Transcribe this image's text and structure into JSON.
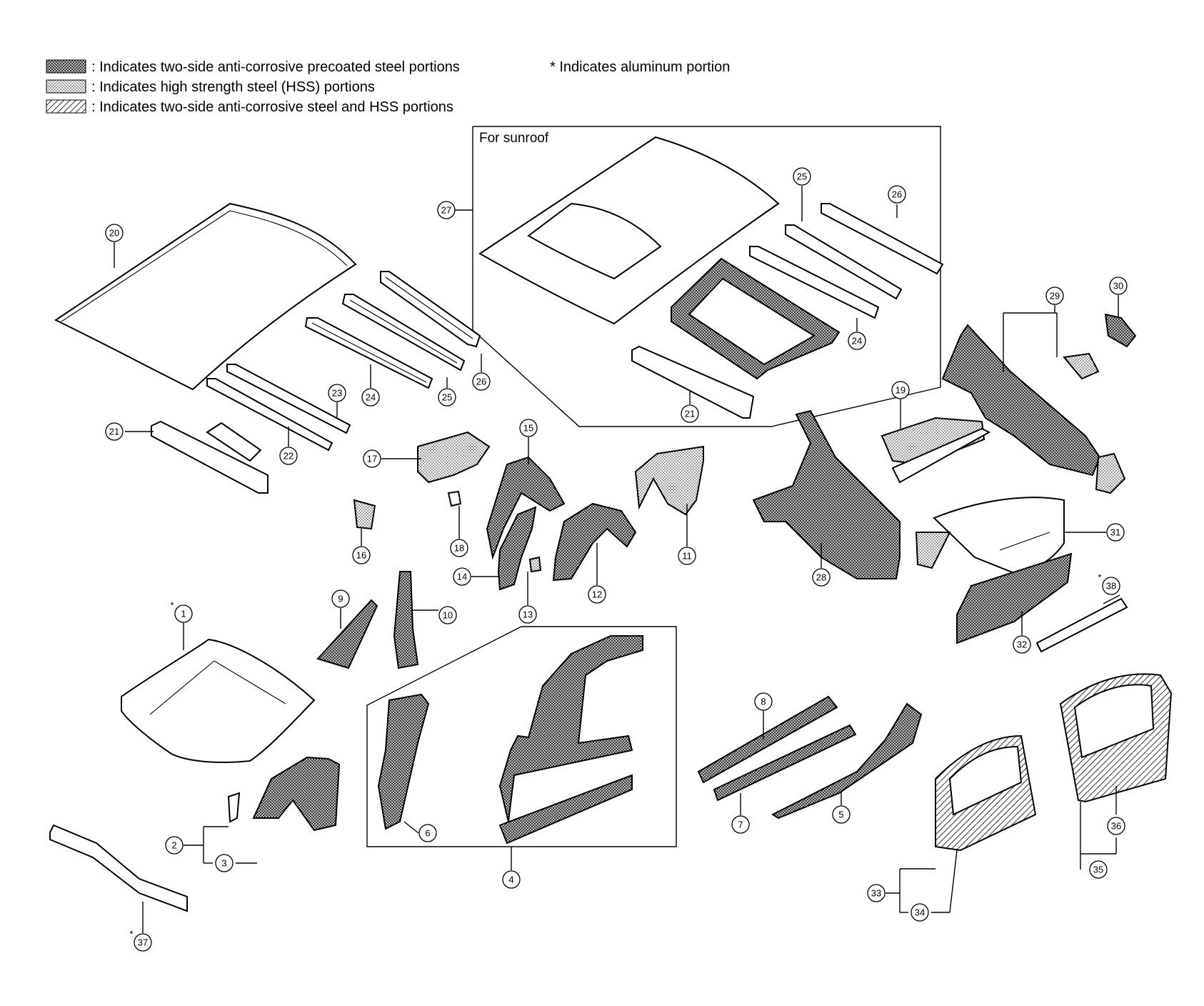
{
  "legend": {
    "precoated": ": Indicates two-side anti-corrosive precoated steel portions",
    "hss": ": Indicates high strength steel (HSS) portions",
    "both": ": Indicates two-side anti-corrosive steel and HSS portions",
    "aluminum": "* Indicates aluminum portion"
  },
  "frames": {
    "sunroof_label": "For sunroof"
  },
  "callouts": {
    "c1": "1",
    "c2": "2",
    "c3": "3",
    "c4": "4",
    "c5": "5",
    "c6": "6",
    "c7": "7",
    "c8": "8",
    "c9": "9",
    "c10": "10",
    "c11": "11",
    "c12": "12",
    "c13": "13",
    "c14": "14",
    "c15": "15",
    "c16": "16",
    "c17": "17",
    "c18": "18",
    "c19": "19",
    "c20": "20",
    "c21": "21",
    "c21b": "21",
    "c22": "22",
    "c23": "23",
    "c24": "24",
    "c24b": "24",
    "c25": "25",
    "c25b": "25",
    "c26": "26",
    "c26b": "26",
    "c27": "27",
    "c28": "28",
    "c29": "29",
    "c30": "30",
    "c31": "31",
    "c32": "32",
    "c33": "33",
    "c34": "34",
    "c35": "35",
    "c36": "36",
    "c37": "37",
    "c38": "38"
  },
  "markers": {
    "aluminum_mark": "*"
  }
}
